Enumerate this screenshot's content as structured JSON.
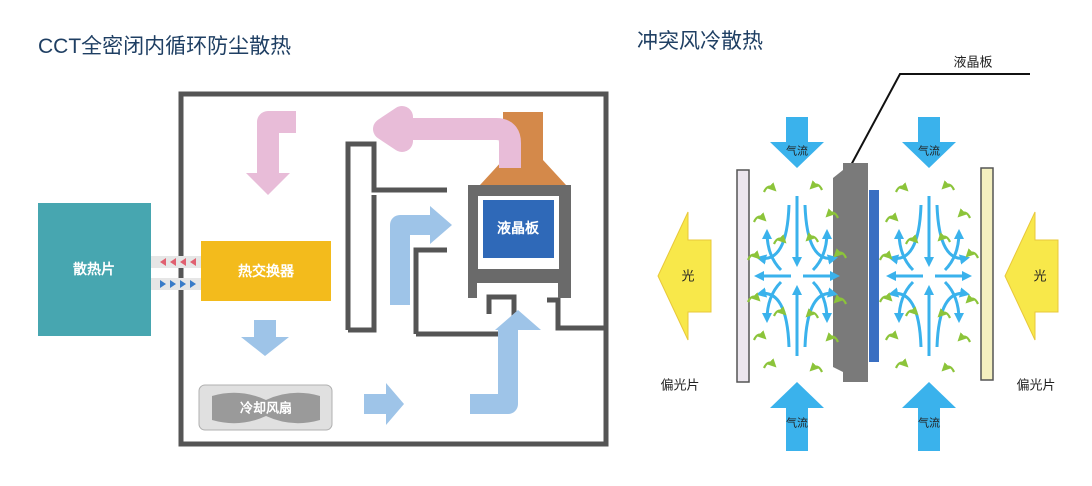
{
  "left_panel": {
    "title": "CCT全密闭内循环防尘散热",
    "heatsink_label": "散热片",
    "exchanger_label": "热交换器",
    "lcd_label": "液晶板",
    "fan_label": "冷却风扇",
    "colors": {
      "heatsink": "#47a6b0",
      "exchanger": "#f3bb1c",
      "enclosure": "#555555",
      "hot_air": "#e8bcd8",
      "cool_air": "#9ec4e8",
      "lcd_panel": "#2f69b8",
      "lcd_housing": "#6a6a6a",
      "heat_plume": "#d4894a"
    }
  },
  "right_panel": {
    "title": "冲突风冷散热",
    "lcd_label": "液晶板",
    "airflow_label": "气流",
    "light_label": "光",
    "polarizer_label": "偏光片",
    "colors": {
      "airflow": "#3ab2ec",
      "light": "#f8e84a",
      "circulation": "#8cc43a",
      "lcd_body": "#7a7a7a",
      "lcd_glass": "#3a6fc2"
    }
  }
}
